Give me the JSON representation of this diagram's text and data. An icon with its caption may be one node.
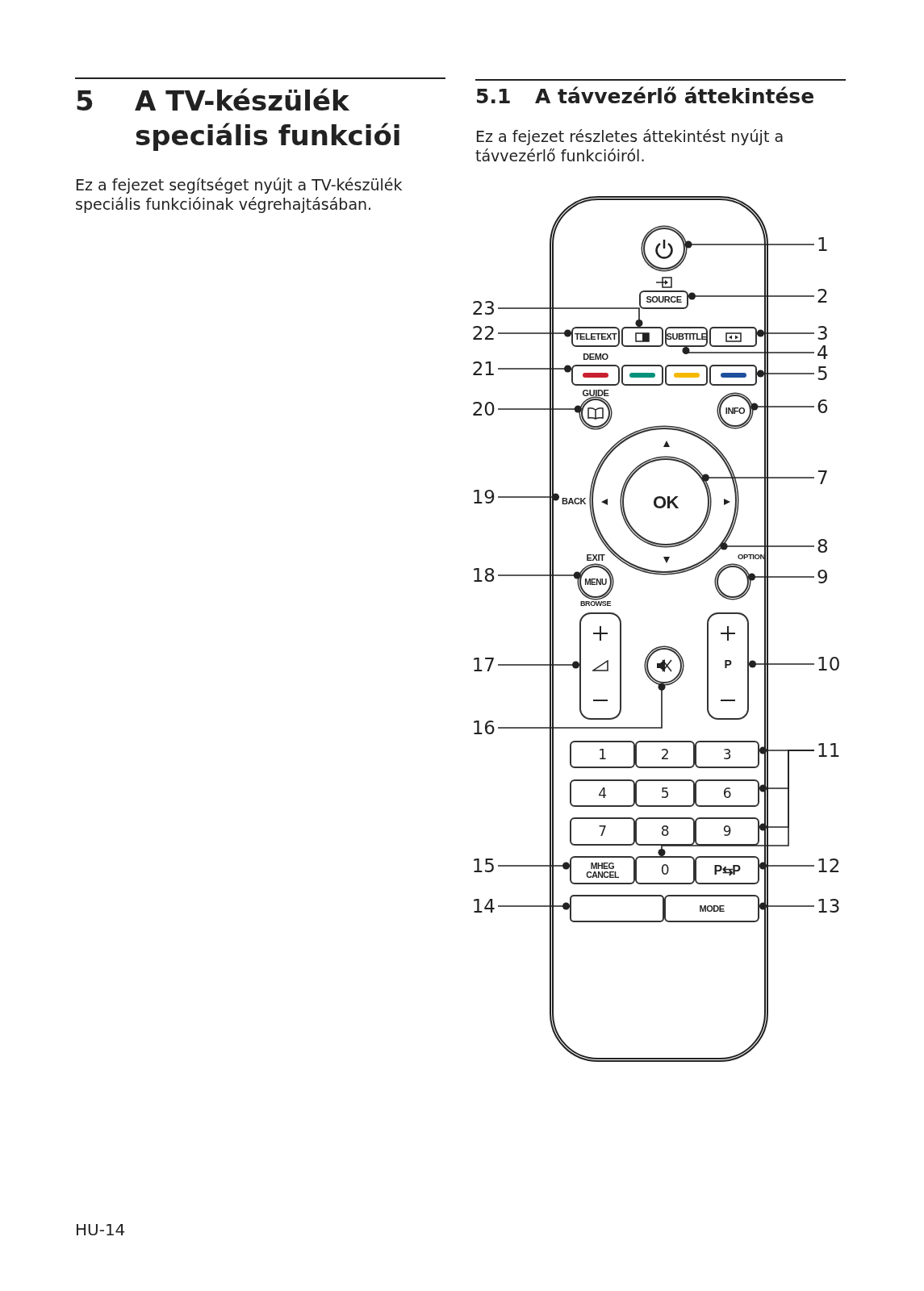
{
  "diagram": {
    "nodes": [
      {
        "text": [],
        "shape": "box"
      },
      {
        "text": [],
        "shape": "circle",
        "in": 0
      },
      {
        "text": [
          "SOURCE"
        ],
        "in": 0
      },
      {
        "text": [
          "TELETEXT"
        ],
        "in": 0
      },
      {
        "text": [],
        "shape": "box",
        "in": 0
      },
      {
        "text": [
          "SUBTITLE"
        ],
        "in": 0
      },
      {
        "text": [],
        "shape": "box",
        "in": 0
      },
      {
        "text": [
          "DEMO"
        ],
        "in": 0
      },
      {
        "text": [],
        "shape": "box",
        "in": 0
      },
      {
        "text": [],
        "shape": "box",
        "in": 0
      },
      {
        "text": [],
        "shape": "box",
        "in": 0
      },
      {
        "text": [
          "GUIDE"
        ],
        "in": 0
      },
      {
        "text": [
          "INFO"
        ],
        "in": 0
      },
      {
        "text": [],
        "shape": "circle",
        "in": 0
      },
      {
        "text": [
          "OK"
        ],
        "in": 13
      },
      {
        "text": [
          "BACK"
        ],
        "in": 0
      },
      {
        "text": [
          "EXIT",
          "MENU",
          "BROWSE"
        ],
        "in": 0
      },
      {
        "text": [
          "OPTION"
        ],
        "in": 0
      },
      {
        "text": [],
        "shape": "box",
        "in": 0
      },
      {
        "text": [],
        "shape": "circle",
        "in": 0
      },
      {
        "text": [
          "P"
        ],
        "in": 0
      },
      {
        "text": [
          "1"
        ],
        "in": 0
      },
      {
        "text": [
          "2"
        ],
        "in": 0
      },
      {
        "text": [
          "3"
        ],
        "in": 0
      },
      {
        "text": [
          "4"
        ],
        "in": 0
      },
      {
        "text": [
          "5"
        ],
        "in": 0
      },
      {
        "text": [
          "6"
        ],
        "in": 0
      },
      {
        "text": [
          "7"
        ],
        "in": 0
      },
      {
        "text": [
          "8"
        ],
        "in": 0
      },
      {
        "text": [
          "9"
        ],
        "in": 0
      },
      {
        "text": [
          "MHEG CANCEL"
        ],
        "in": 0
      },
      {
        "text": [
          "0"
        ],
        "in": 0
      },
      {
        "text": [
          "P⇆P"
        ],
        "in": 0
      },
      {
        "text": [],
        "shape": "box",
        "in": 0
      },
      {
        "text": [
          "MODE"
        ],
        "in": 0
      },
      {
        "text": [
          "1"
        ]
      },
      {
        "text": [
          "2"
        ]
      },
      {
        "text": [
          "23"
        ]
      },
      {
        "text": [
          "22"
        ]
      },
      {
        "text": [
          "3"
        ]
      },
      {
        "text": [
          "4"
        ]
      },
      {
        "text": [
          "21"
        ]
      },
      {
        "text": [
          "5"
        ]
      },
      {
        "text": [
          "20"
        ]
      },
      {
        "text": [
          "6"
        ]
      },
      {
        "text": [
          "7"
        ]
      },
      {
        "text": [
          "19"
        ]
      },
      {
        "text": [
          "8"
        ]
      },
      {
        "text": [
          "18"
        ]
      },
      {
        "text": [
          "9"
        ]
      },
      {
        "text": [
          "17"
        ]
      },
      {
        "text": [
          "10"
        ]
      },
      {
        "text": [
          "16"
        ]
      },
      {
        "text": [
          "11"
        ]
      },
      {
        "text": [
          "15"
        ]
      },
      {
        "text": [
          "12"
        ]
      },
      {
        "text": [
          "14"
        ]
      },
      {
        "text": [
          "13"
        ]
      }
    ],
    "edges": [
      {
        "from": 35,
        "to": 1,
        "arrow": "other"
      },
      {
        "from": 36,
        "to": 2,
        "arrow": "other"
      },
      {
        "from": 39,
        "to": 6,
        "arrow": "other"
      },
      {
        "from": 40,
        "to": 5,
        "arrow": "other"
      },
      {
        "from": 42,
        "to": 10,
        "arrow": "other"
      },
      {
        "from": 44,
        "to": 12,
        "arrow": "other"
      },
      {
        "from": 45,
        "to": 14,
        "arrow": "other"
      },
      {
        "from": 47,
        "to": 13,
        "arrow": "other"
      },
      {
        "from": 49,
        "to": 17,
        "arrow": "other"
      },
      {
        "from": 51,
        "to": 20,
        "arrow": "other"
      },
      {
        "from": 53,
        "to": 23,
        "arrow": "other"
      },
      {
        "from": 53,
        "to": 26,
        "arrow": "other"
      },
      {
        "from": 53,
        "to": 29,
        "arrow": "other"
      },
      {
        "from": 53,
        "to": 31,
        "arrow": "other"
      },
      {
        "from": 55,
        "to": 32,
        "arrow": "other"
      },
      {
        "from": 57,
        "to": 34,
        "arrow": "other"
      },
      {
        "from": 56,
        "to": 33,
        "arrow": "other"
      },
      {
        "from": 54,
        "to": 30,
        "arrow": "other"
      },
      {
        "from": 52,
        "to": 19,
        "arrow": "other"
      },
      {
        "from": 50,
        "to": 18,
        "arrow": "other"
      },
      {
        "from": 48,
        "to": 16,
        "arrow": "other"
      },
      {
        "from": 46,
        "to": 15,
        "arrow": "other"
      },
      {
        "from": 43,
        "to": 11,
        "arrow": "other"
      },
      {
        "from": 41,
        "to": 7,
        "arrow": "other"
      },
      {
        "from": 38,
        "to": 3,
        "arrow": "other"
      },
      {
        "from": 37,
        "to": 4,
        "arrow": "other"
      }
    ],
    "labels": [
      "5",
      "A TV-készülék speciális funkciói",
      "Ez a fejezet segítséget nyújt a TV-készülék speciális funkcióinak végrehajtásában.",
      "5.1",
      "A távvezérlő áttekintése",
      "Ez a fejezet részletes áttekintést nyújt a távvezérlő funkcióiról.",
      "HU-14"
    ]
  }
}
